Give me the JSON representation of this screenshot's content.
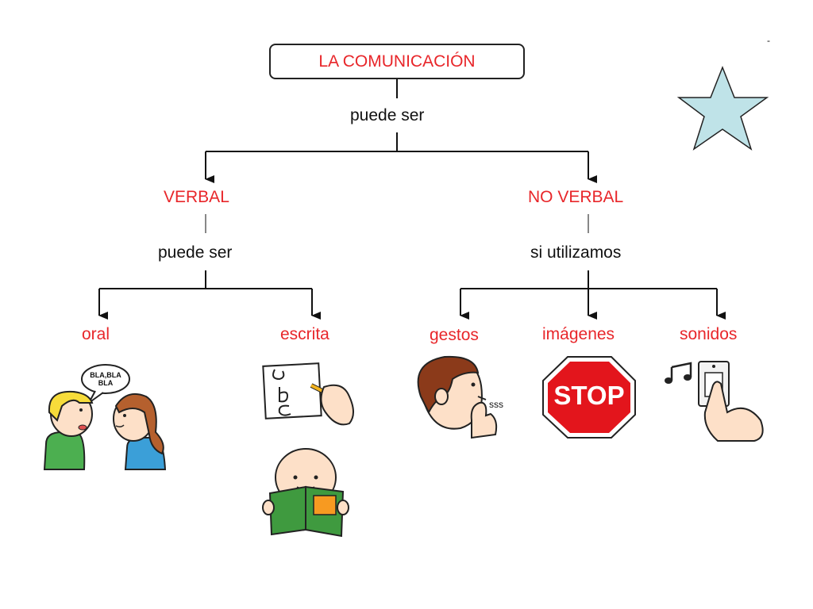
{
  "diagram": {
    "root": "LA COMUNICACIÓN",
    "root_connector": "puede ser",
    "branches": [
      {
        "label": "VERBAL",
        "connector": "puede ser",
        "children": [
          "oral",
          "escrita"
        ]
      },
      {
        "label": "NO VERBAL",
        "connector": "si utilizamos",
        "children": [
          "gestos",
          "imágenes",
          "sonidos"
        ]
      }
    ]
  },
  "illustrations": {
    "oral_speech": "BLA,BLA\nBLA",
    "gestos_sound": "sss",
    "stop_sign": "STOP"
  },
  "corner_mark": "-",
  "colors": {
    "concept": "#e8262a",
    "connector": "#111111",
    "star_fill": "#bfe3e8",
    "stop_red": "#e3151c"
  }
}
